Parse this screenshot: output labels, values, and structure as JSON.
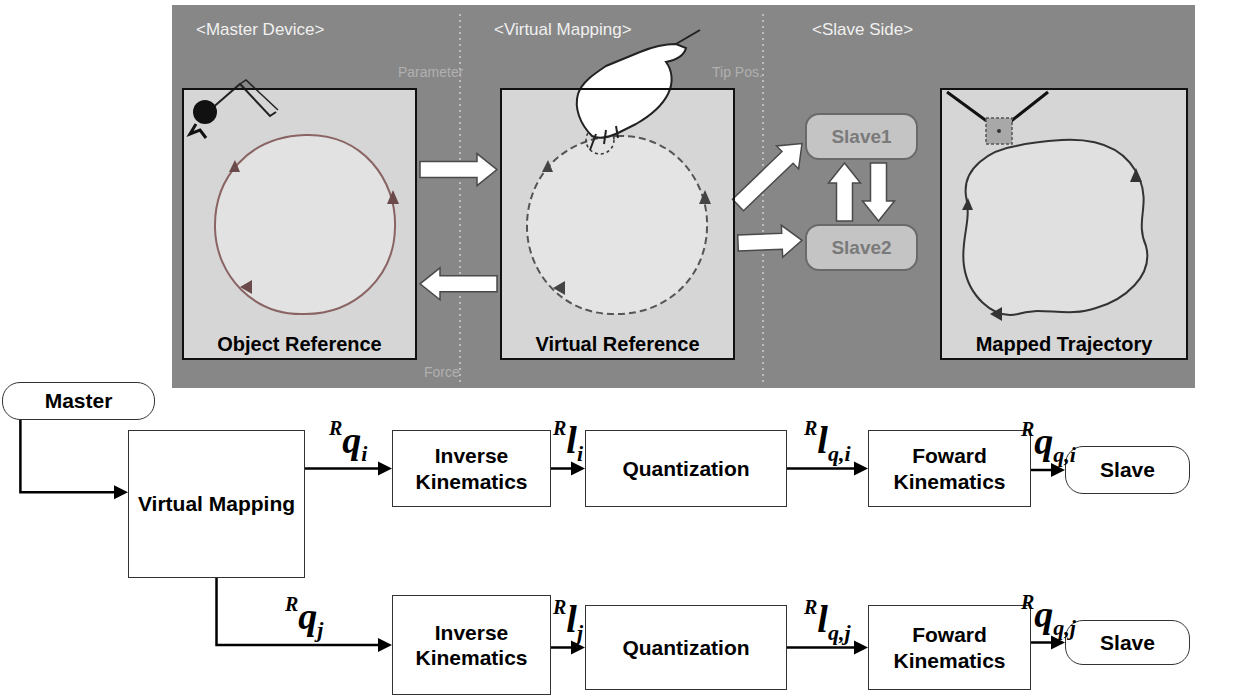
{
  "diagram": {
    "nodes": [
      {
        "text": [
          "Object Reference"
        ]
      },
      {
        "text": [
          "Virtual Reference"
        ]
      },
      {
        "text": [
          "Slave1"
        ]
      },
      {
        "text": [
          "Slave2"
        ]
      },
      {
        "text": [
          "Mapped Trajectory"
        ]
      },
      {
        "text": [
          "Master"
        ]
      },
      {
        "text": [
          "Virtual Mapping"
        ]
      },
      {
        "text": [
          "Inverse Kinematics"
        ]
      },
      {
        "text": [
          "Quantization"
        ]
      },
      {
        "text": [
          "Foward Kinematics"
        ]
      },
      {
        "text": [
          "Slave"
        ]
      },
      {
        "text": [
          "Inverse Kinematics"
        ]
      },
      {
        "text": [
          "Quantization"
        ]
      },
      {
        "text": [
          "Foward Kinematics"
        ]
      },
      {
        "text": [
          "Slave"
        ]
      }
    ],
    "edges": [
      {
        "from": 0,
        "to": 1,
        "arrow": "to"
      },
      {
        "from": 1,
        "to": 0,
        "arrow": "to"
      },
      {
        "from": 1,
        "to": 2,
        "arrow": "to"
      },
      {
        "from": 1,
        "to": 3,
        "arrow": "to"
      },
      {
        "from": 3,
        "to": 2,
        "arrow": "to"
      },
      {
        "from": 2,
        "to": 3,
        "arrow": "to"
      },
      {
        "from": 5,
        "to": 6,
        "arrow": "to"
      },
      {
        "from": 6,
        "to": 7,
        "label": "Rqi",
        "arrow": "to"
      },
      {
        "from": 7,
        "to": 8,
        "label": "Rli",
        "arrow": "to"
      },
      {
        "from": 8,
        "to": 9,
        "label": "Rlq,i",
        "arrow": "to"
      },
      {
        "from": 9,
        "to": 10,
        "label": "Rqq,i",
        "arrow": "to"
      },
      {
        "from": 6,
        "to": 11,
        "label": "Rqj",
        "arrow": "to"
      },
      {
        "from": 11,
        "to": 12,
        "label": "Rlj",
        "arrow": "to"
      },
      {
        "from": 12,
        "to": 13,
        "label": "Rlq,j",
        "arrow": "to"
      },
      {
        "from": 13,
        "to": 14,
        "label": "Rqq,j",
        "arrow": "to"
      }
    ],
    "labels": [
      "<Master Device>",
      "<Virtual Mapping>",
      "<Slave Side>",
      "Parameter",
      "Tip Pos.",
      "Force"
    ]
  }
}
